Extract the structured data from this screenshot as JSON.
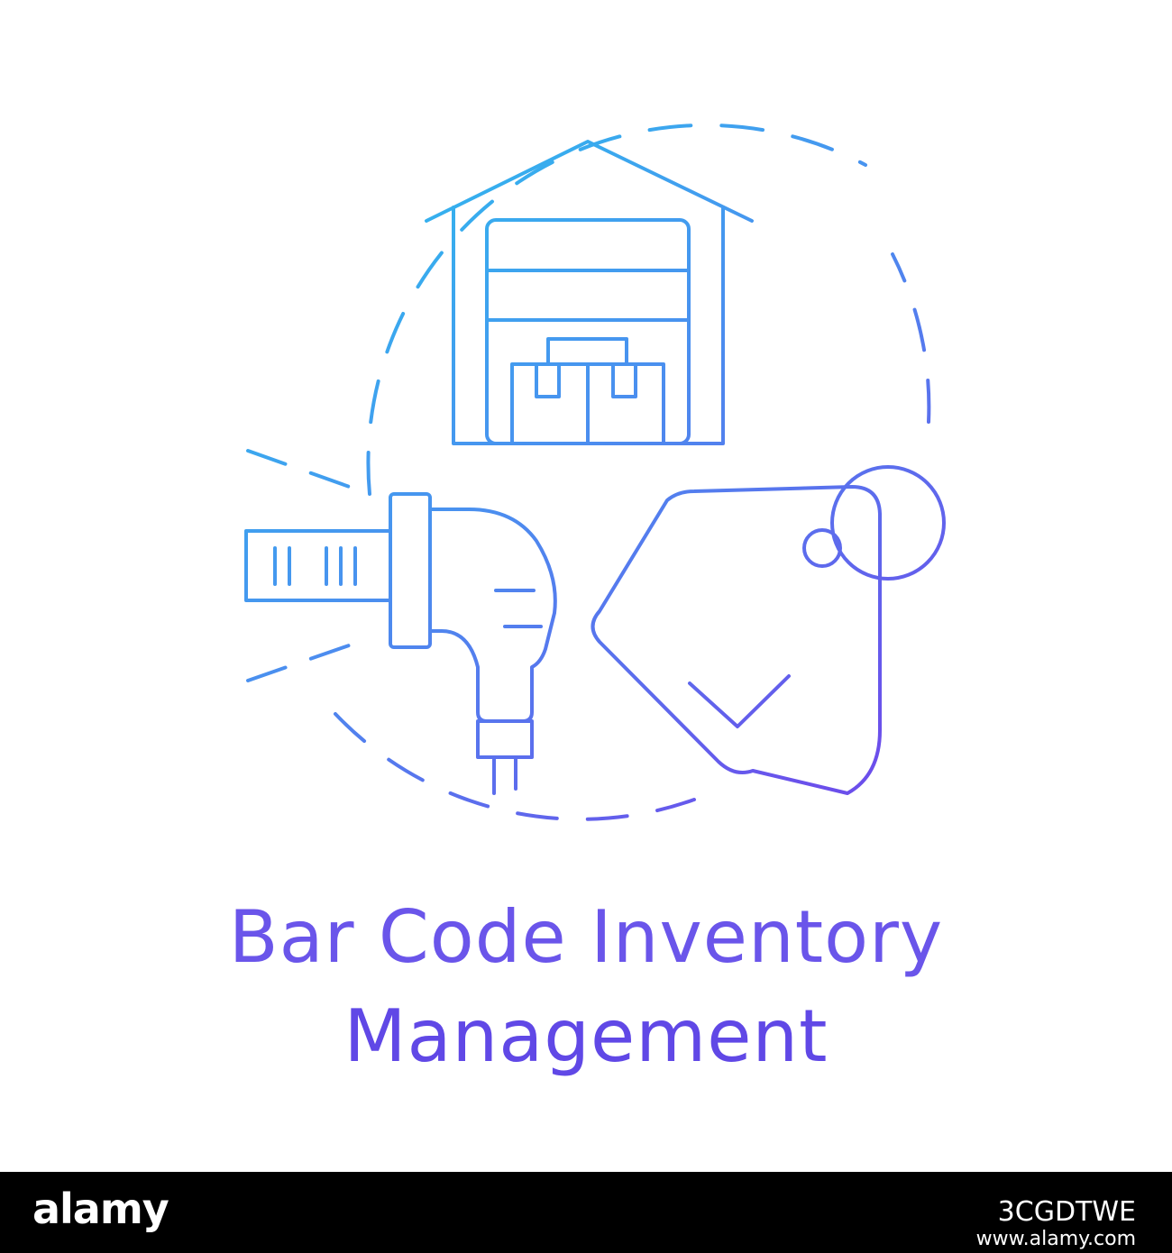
{
  "illustration": {
    "title_line1": "Bar Code Inventory",
    "title_line2": "Management",
    "gradient_start": "#2cc0ec",
    "gradient_end": "#6a4fea",
    "icons": [
      "warehouse-icon",
      "barcode-scanner-icon",
      "barcode-label-icon",
      "price-tag-icon"
    ]
  },
  "footer": {
    "brand": "alamy",
    "image_id": "3CGDTWE",
    "url": "www.alamy.com"
  }
}
